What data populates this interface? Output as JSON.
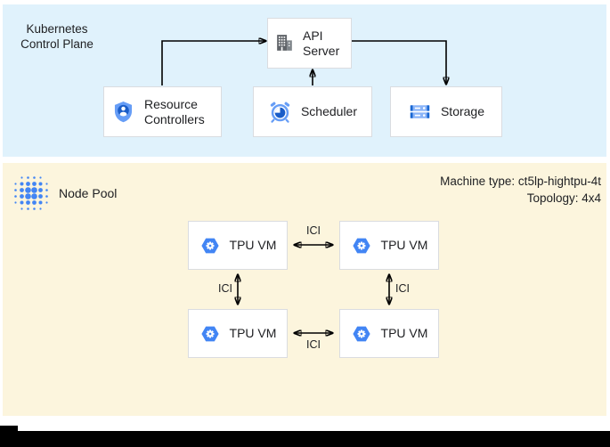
{
  "control_plane": {
    "title_line1": "Kubernetes",
    "title_line2": "Control Plane",
    "api_server_label": "API Server",
    "resource_controllers_label": "Resource Controllers",
    "scheduler_label": "Scheduler",
    "storage_label": "Storage"
  },
  "node_pool": {
    "title": "Node Pool",
    "machine_type": "Machine type: ct5lp-hightpu-4t",
    "topology": "Topology: 4x4",
    "vms": [
      {
        "label": "TPU VM"
      },
      {
        "label": "TPU VM"
      },
      {
        "label": "TPU VM"
      },
      {
        "label": "TPU VM"
      }
    ],
    "links": [
      {
        "label": "ICI"
      },
      {
        "label": "ICI"
      },
      {
        "label": "ICI"
      },
      {
        "label": "ICI"
      }
    ]
  },
  "icons": {
    "api_server": "building-icon",
    "resource_controllers": "shield-user-icon",
    "scheduler": "alarm-clock-icon",
    "storage": "server-stack-icon",
    "node_pool": "dot-cluster-icon",
    "tpu_vm": "hexagon-gear-icon"
  },
  "colors": {
    "control_plane_bg": "#e0f2fc",
    "node_pool_bg": "#fcf5dd",
    "box_border": "#dadce0",
    "box_bg": "#ffffff",
    "arrow": "#000000",
    "text": "#202124",
    "google_blue": "#4285f4",
    "light_blue": "#8ab4f8",
    "mid_blue": "#669df6",
    "dark_blue": "#1a5dc8",
    "icon_gray": "#5f6368"
  }
}
